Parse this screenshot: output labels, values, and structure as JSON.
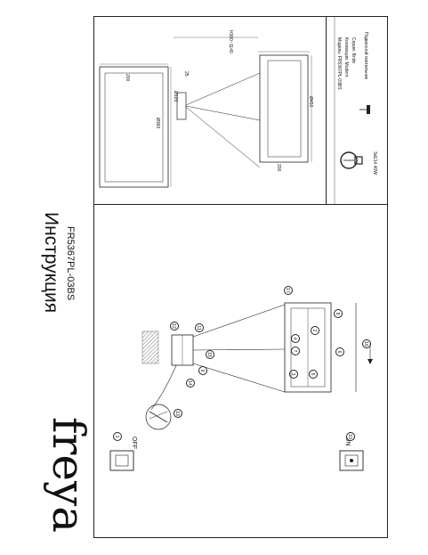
{
  "brand": {
    "logo": "freya"
  },
  "header": {
    "title": "Инструкция",
    "model_code": "FR5367PL-03BS"
  },
  "info": {
    "model_label": "Модель:",
    "model_value": "FR5367PL-03BS",
    "collection_label": "Коллекция:",
    "collection_value": "Modern",
    "series_label": "Серия:",
    "series_value": "Bride",
    "type": "Подвесной светильник",
    "bulb": "3xE14 40W"
  },
  "dimensions": {
    "width_top": "200",
    "diameter_shade": "Ø360",
    "canopy_diameter": "Ø120",
    "canopy_height": "25",
    "height_range": "H300~1140",
    "diameter_450": "Ø450",
    "width_bottom": "200"
  },
  "steps": {
    "off": "OFF",
    "on": "ON",
    "n1": "1",
    "n2": "2",
    "n3": "3",
    "n4": "4",
    "n5": "5",
    "n6": "6",
    "n7": "7",
    "n8": "8",
    "n9": "9",
    "n10": "10",
    "n11": "11",
    "n12": "12",
    "n13": "13",
    "n14": "14",
    "n15": "15",
    "n16": "16",
    "n17": "17"
  }
}
